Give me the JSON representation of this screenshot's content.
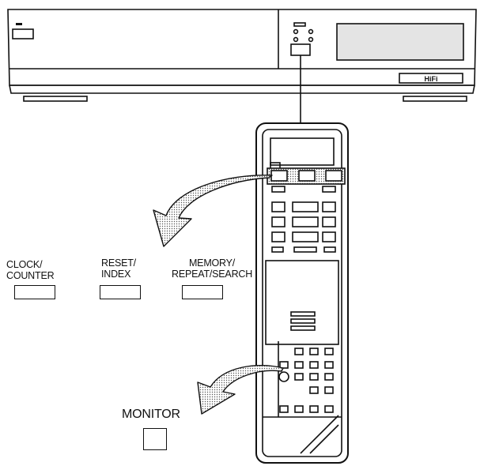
{
  "labels": {
    "clock_counter": [
      "CLOCK/",
      "COUNTER"
    ],
    "reset_index": [
      "RESET/",
      "INDEX"
    ],
    "memory_repeat_search": [
      "MEMORY/",
      "REPEAT/SEARCH"
    ],
    "monitor": "MONITOR"
  },
  "deck_logo": "HiFi",
  "colors": {
    "ink": "#111111",
    "screen": "#e4e4e4",
    "paper": "#ffffff"
  }
}
